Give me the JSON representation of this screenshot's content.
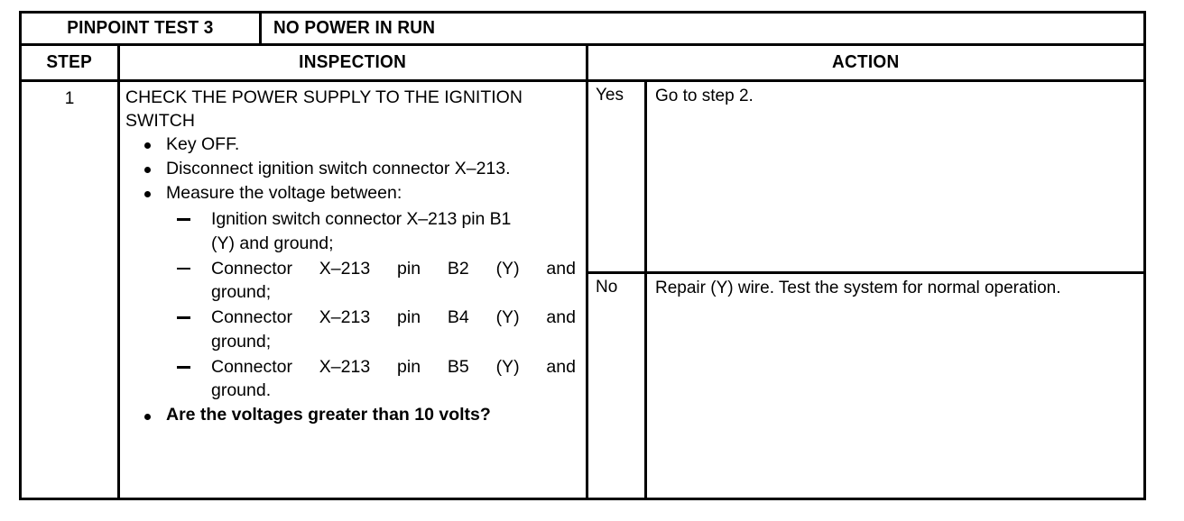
{
  "title_row": {
    "test_label": "PINPOINT TEST 3",
    "symptom_label": "NO POWER IN RUN"
  },
  "column_headers": {
    "step": "STEP",
    "inspection": "INSPECTION",
    "action": "ACTION"
  },
  "step": {
    "number": "1",
    "inspection": {
      "heading": "CHECK THE POWER SUPPLY TO THE IGNITION SWITCH",
      "bullets": [
        {
          "text": "Key OFF.",
          "bold": false
        },
        {
          "text": "Disconnect ignition switch connector X–213.",
          "bold": false
        },
        {
          "text": "Measure the voltage between:",
          "bold": false
        }
      ],
      "sub_items": [
        {
          "line_a": "Ignition switch connector X–213 pin B1",
          "line_b": "(Y) and ground;",
          "words": [
            "Ignition",
            "switch",
            "connector",
            "X–213",
            "pin",
            "B1"
          ]
        },
        {
          "line_a": "Connector X–213 pin B2 (Y) and",
          "line_b": "ground;",
          "words": [
            "Connector",
            "X–213",
            "pin",
            "B2",
            "(Y)",
            "and"
          ]
        },
        {
          "line_a": "Connector X–213 pin B4 (Y) and",
          "line_b": "ground;",
          "words": [
            "Connector",
            "X–213",
            "pin",
            "B4",
            "(Y)",
            "and"
          ]
        },
        {
          "line_a": "Connector X–213 pin B5 (Y) and",
          "line_b": "ground.",
          "words": [
            "Connector",
            "X–213",
            "pin",
            "B5",
            "(Y)",
            "and"
          ]
        }
      ],
      "final_question": "Are the voltages greater than 10 volts?"
    },
    "answers": [
      {
        "label": "Yes",
        "action": "Go to step 2."
      },
      {
        "label": "No",
        "action": "Repair (Y) wire. Test the system for normal operation."
      }
    ]
  },
  "colors": {
    "ink": "#000000",
    "paper": "#ffffff"
  }
}
